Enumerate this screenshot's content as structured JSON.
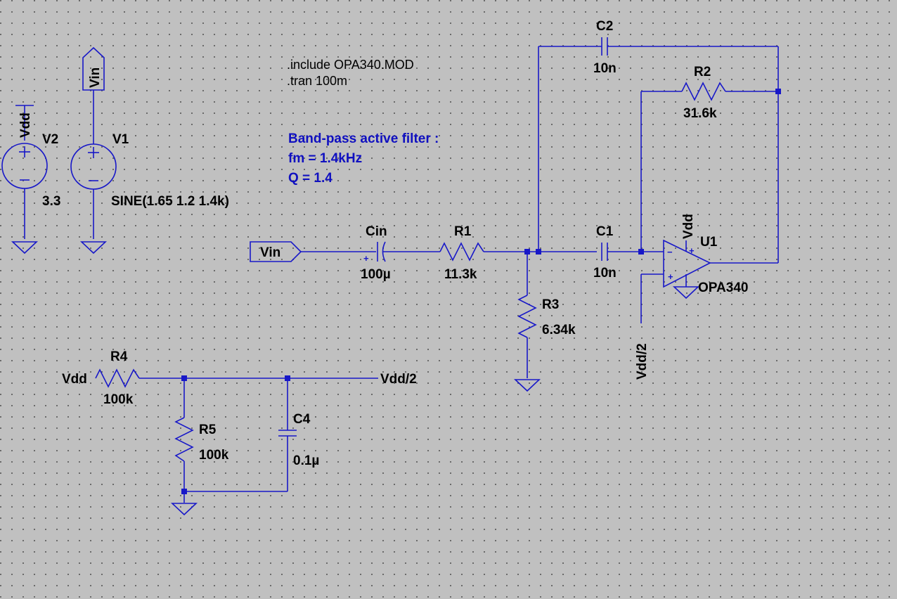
{
  "directives": {
    "include": ".include OPA340.MOD",
    "tran": ".tran 100m"
  },
  "comment": {
    "line1": "Band-pass active filter :",
    "line2": "fm = 1.4kHz",
    "line3": "Q = 1.4"
  },
  "components": {
    "V2": {
      "name": "V2",
      "value": "3.3"
    },
    "V1": {
      "name": "V1",
      "value": "SINE(1.65 1.2 1.4k)"
    },
    "Cin": {
      "name": "Cin",
      "value": "100µ"
    },
    "R1": {
      "name": "R1",
      "value": "11.3k"
    },
    "R2": {
      "name": "R2",
      "value": "31.6k"
    },
    "R3": {
      "name": "R3",
      "value": "6.34k"
    },
    "R4": {
      "name": "R4",
      "value": "100k"
    },
    "R5": {
      "name": "R5",
      "value": "100k"
    },
    "C1": {
      "name": "C1",
      "value": "10n"
    },
    "C2": {
      "name": "C2",
      "value": "10n"
    },
    "C4": {
      "name": "C4",
      "value": "0.1µ"
    },
    "U1": {
      "name": "U1",
      "value": "OPA340"
    }
  },
  "net_labels": {
    "vdd_v2": "Vdd",
    "vin_v1": "Vin",
    "vin_input": "Vin",
    "vdd_u1": "Vdd",
    "vdd2_u1": "Vdd/2",
    "vdd_r4": "Vdd",
    "vdd2_out": "Vdd/2"
  },
  "pins": {
    "plus": "+",
    "minus": "−"
  },
  "colors": {
    "background": "#c0c0c0",
    "wire": "#1818c8",
    "comment_text": "#1010c0",
    "label_text": "#000000"
  }
}
